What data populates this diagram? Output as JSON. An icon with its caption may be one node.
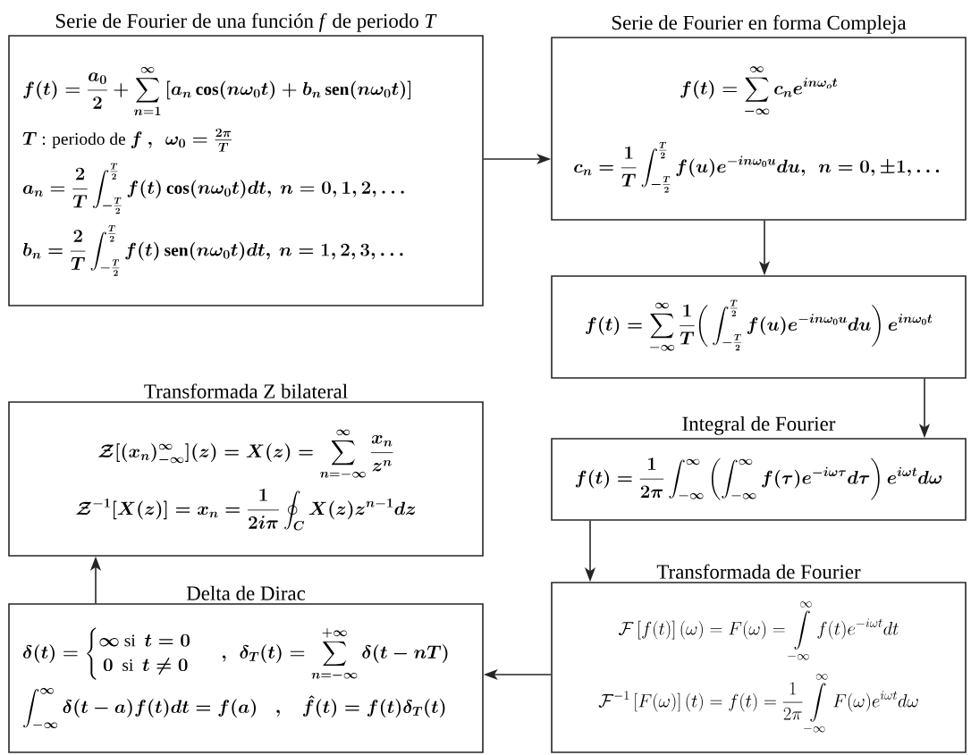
{
  "diagram": {
    "nodes": [
      {
        "text": [
          "Serie de Fourier de una función *f* de periodo *T*",
          "f(t)=\\frac{a_0}{2}+\\sum_{n=1}^{\\infty}\\left[a_n\\cos(n\\omega_0 t)+b_n\\,\\mathrm{sen}(n\\omega_0 t)\\right]",
          "T\\text{ : periodo de }f\\ ,\\ \\ \\omega_0=\\tfrac{2\\pi}{T}",
          "a_n=\\frac{2}{T}\\int_{-\\frac{T}{2}}^{\\frac{T}{2}}f(t)\\cos(n\\omega_0 t)dt,\\ n=0,1,2,\\dots",
          "b_n=\\frac{2}{T}\\int_{-\\frac{T}{2}}^{\\frac{T}{2}}f(t)\\,\\mathrm{sen}(n\\omega_0 t)dt,\\ n=1,2,3,\\dots"
        ]
      },
      {
        "text": [
          "Serie de Fourier en forma Compleja",
          "f(t)=\\sum_{-\\infty}^{\\infty}c_n e^{in\\omega_o t}",
          "c_n=\\frac{1}{T}\\int_{-\\frac{T}{2}}^{\\frac{T}{2}}f(u)e^{-in\\omega_0 u}du,\\ \\ n=0,\\pm 1,\\dots"
        ]
      },
      {
        "text": [
          "f(t)=\\sum_{-\\infty}^{\\infty}\\frac{1}{T}\\bigg(\\int_{-\\frac{T}{2}}^{\\frac{T}{2}}f(u)e^{-in\\omega_0 u}du\\bigg)\\,e^{in\\omega_0 t}"
        ]
      },
      {
        "text": [
          "Transformada Z bilateral",
          "\\mathcal{Z}[(x_n)_{-\\infty}^{\\infty}](z)=X(z)=\\sum_{n=-\\infty}^{\\infty}\\frac{x_n}{z^n}",
          "\\mathcal{Z}^{-1}[X(z)]=x_n=\\frac{1}{2i\\pi}\\oint_C X(z)z^{n-1}dz"
        ]
      },
      {
        "text": [
          "Integral de Fourier",
          "f(t)=\\frac{1}{2\\pi}\\int_{-\\infty}^{\\infty}\\left(\\int_{-\\infty}^{\\infty}f(\\tau)e^{-i\\omega\\tau}d\\tau\\right)e^{i\\omega t}d\\omega"
        ]
      },
      {
        "text": [
          "Transformada de Fourier",
          "\\mathcal{F}\\left[f(t)\\right]\\left(\\omega\\right)=F(\\omega)=\\int\\limits_{-\\infty}^{\\infty}f(t)e^{-i\\omega t}dt",
          "\\mathcal{F}^{-1}\\left[F(\\omega)\\right]\\left(t\\right)=f(t)=\\frac{1}{2\\pi}\\int\\limits_{-\\infty}^{\\infty}F(\\omega)e^{i\\omega t}d\\omega"
        ]
      },
      {
        "text": [
          "Delta de Dirac",
          "\\delta(t)=\\begin{cases}\\infty\\ \\text{si}\\ \\ t=0\\\\ \\ 0\\ \\ \\text{si}\\ \\ t\\neq 0\\end{cases}\\ \\ ,\\ \\ \\delta_T(t)=\\sum_{n=-\\infty}^{+\\infty}\\delta(t-nT)",
          "\\int_{-\\infty}^{\\infty}\\delta(t-a)f(t)dt=f(a)\\quad,\\quad\\hat{f}(t)=f(t)\\delta_T(t)"
        ]
      }
    ],
    "edges": [
      {
        "from": 0,
        "to": 1,
        "arrow": "to"
      },
      {
        "from": 1,
        "to": 2,
        "arrow": "to"
      },
      {
        "from": 2,
        "to": 4,
        "arrow": "to"
      },
      {
        "from": 4,
        "to": 5,
        "arrow": "to"
      },
      {
        "from": 5,
        "to": 6,
        "arrow": "to"
      },
      {
        "from": 6,
        "to": 3,
        "arrow": "to"
      }
    ]
  }
}
